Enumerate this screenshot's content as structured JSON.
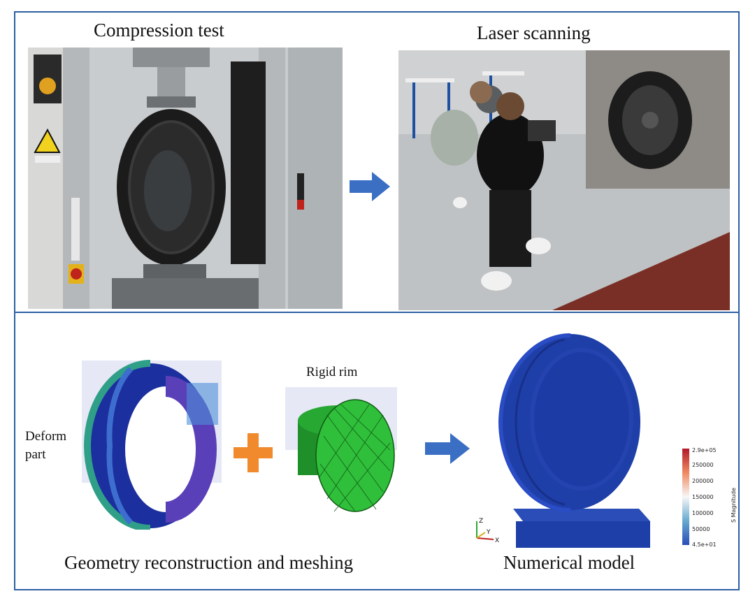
{
  "top": {
    "left_caption": "Compression test",
    "right_caption": "Laser scanning"
  },
  "bottom": {
    "tire_label_line1": "Deform",
    "tire_label_line2": "part",
    "rim_label": "Rigid rim",
    "left_caption": "Geometry reconstruction and meshing",
    "right_caption": "Numerical model"
  },
  "colorbar": {
    "title": "S Magnitude",
    "ticks": [
      "2.9e+05",
      "250000",
      "200000",
      "150000",
      "100000",
      "50000",
      "4.5e+01"
    ]
  },
  "axes_triad": {
    "x": "X",
    "y": "Y",
    "z": "Z"
  },
  "colors": {
    "panel_border": "#2d5fa3",
    "arrow_blue": "#3a6fc4",
    "plus_orange": "#f08a2c",
    "mesh_green": "#2fbf3a",
    "model_blue": "#1f3fa8"
  }
}
